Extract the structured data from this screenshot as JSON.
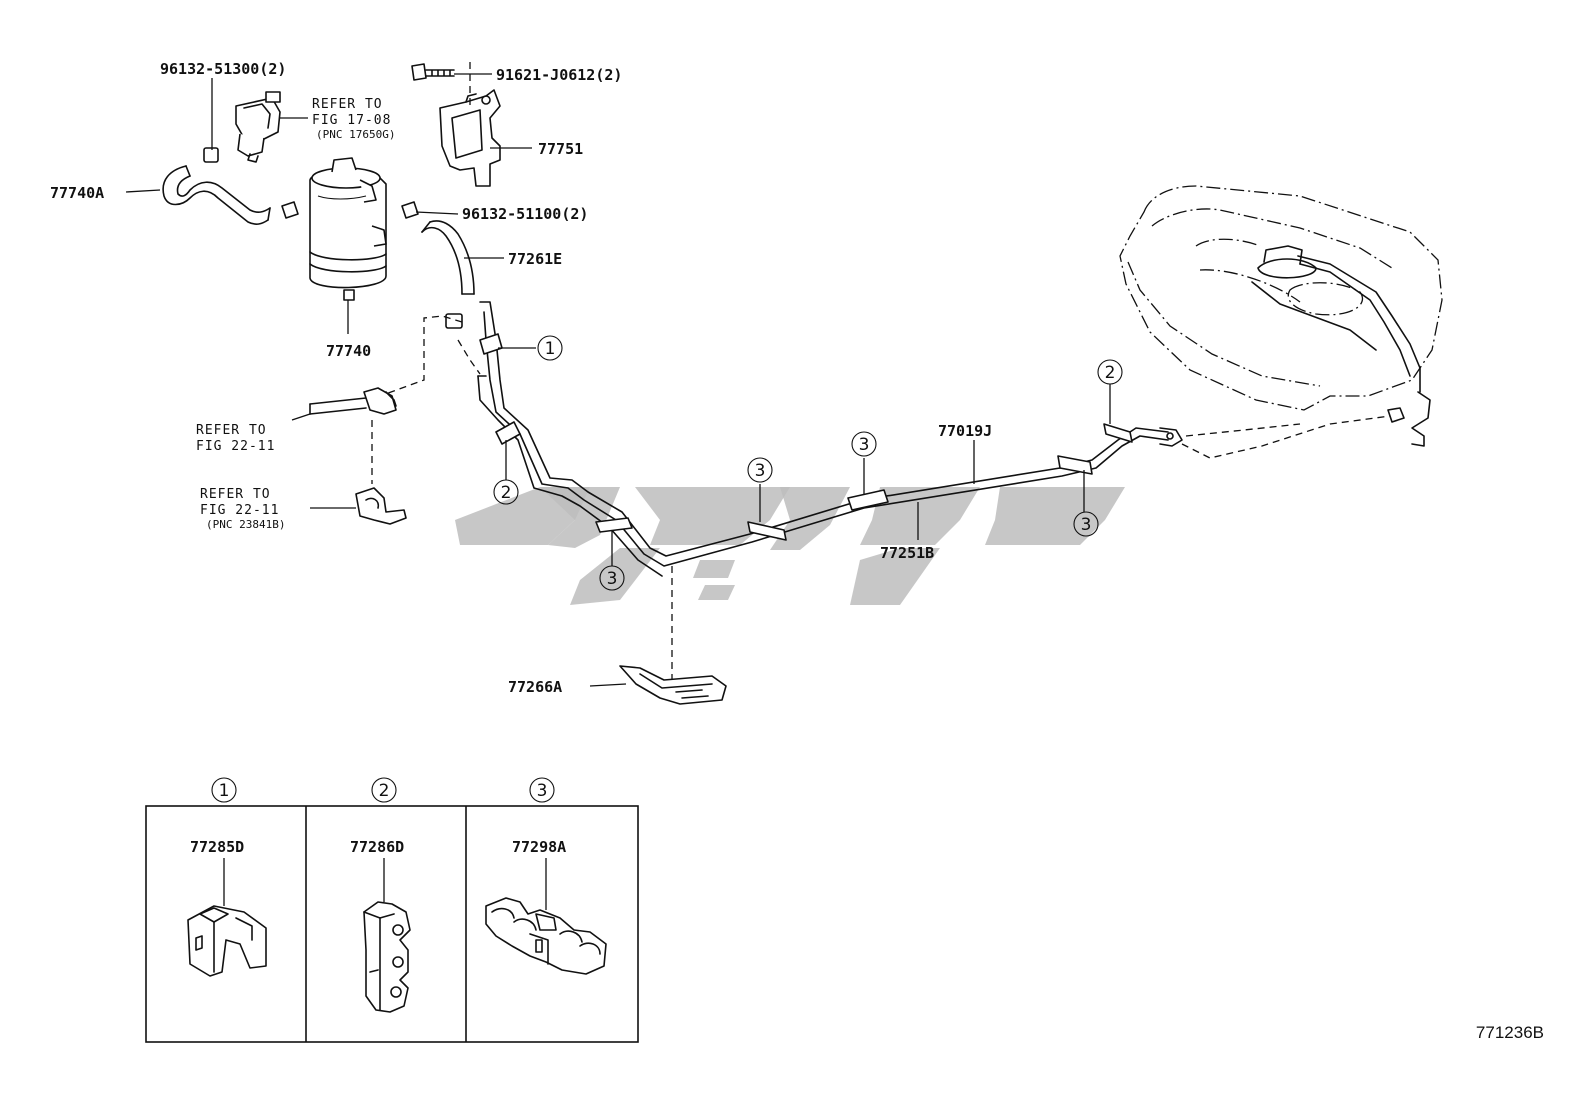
{
  "figure_id": "771236B",
  "parts": {
    "p96132_51300": "96132-51300(2)",
    "p91621_J0612": "91621-J0612(2)",
    "p77751": "77751",
    "p77740A": "77740A",
    "p96132_51100": "96132-51100(2)",
    "p77261E": "77261E",
    "p77740": "77740",
    "p77019J": "77019J",
    "p77251B": "77251B",
    "p77266A": "77266A"
  },
  "notes": {
    "refer_17_08_a": "REFER TO",
    "refer_17_08_b": "FIG 17-08",
    "refer_17_08_c": "(PNC 17650G)",
    "refer_22_11a_a": "REFER TO",
    "refer_22_11a_b": "FIG 22-11",
    "refer_22_11b_a": "REFER TO",
    "refer_22_11b_b": "FIG 22-11",
    "refer_22_11b_c": "(PNC 23841B)"
  },
  "callouts": {
    "c1": "1",
    "c2": "2",
    "c3": "3"
  },
  "legend": [
    {
      "number": "1",
      "part": "77285D"
    },
    {
      "number": "2",
      "part": "77286D"
    },
    {
      "number": "3",
      "part": "77298A"
    }
  ]
}
